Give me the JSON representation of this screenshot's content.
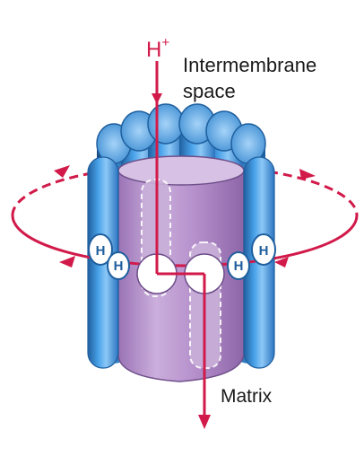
{
  "labels": {
    "proton": "H",
    "proton_charge": "+",
    "intermembrane_line1": "Intermembrane",
    "intermembrane_line2": "space",
    "matrix": "Matrix",
    "histidine": "H"
  },
  "colors": {
    "outer_ring_blue": "#3a8fd8",
    "outer_ring_dark": "#1f5f9e",
    "inner_cylinder_purple": "#b18bc8",
    "proton_path_red": "#d11a4a",
    "text": "#1a1a1a"
  }
}
